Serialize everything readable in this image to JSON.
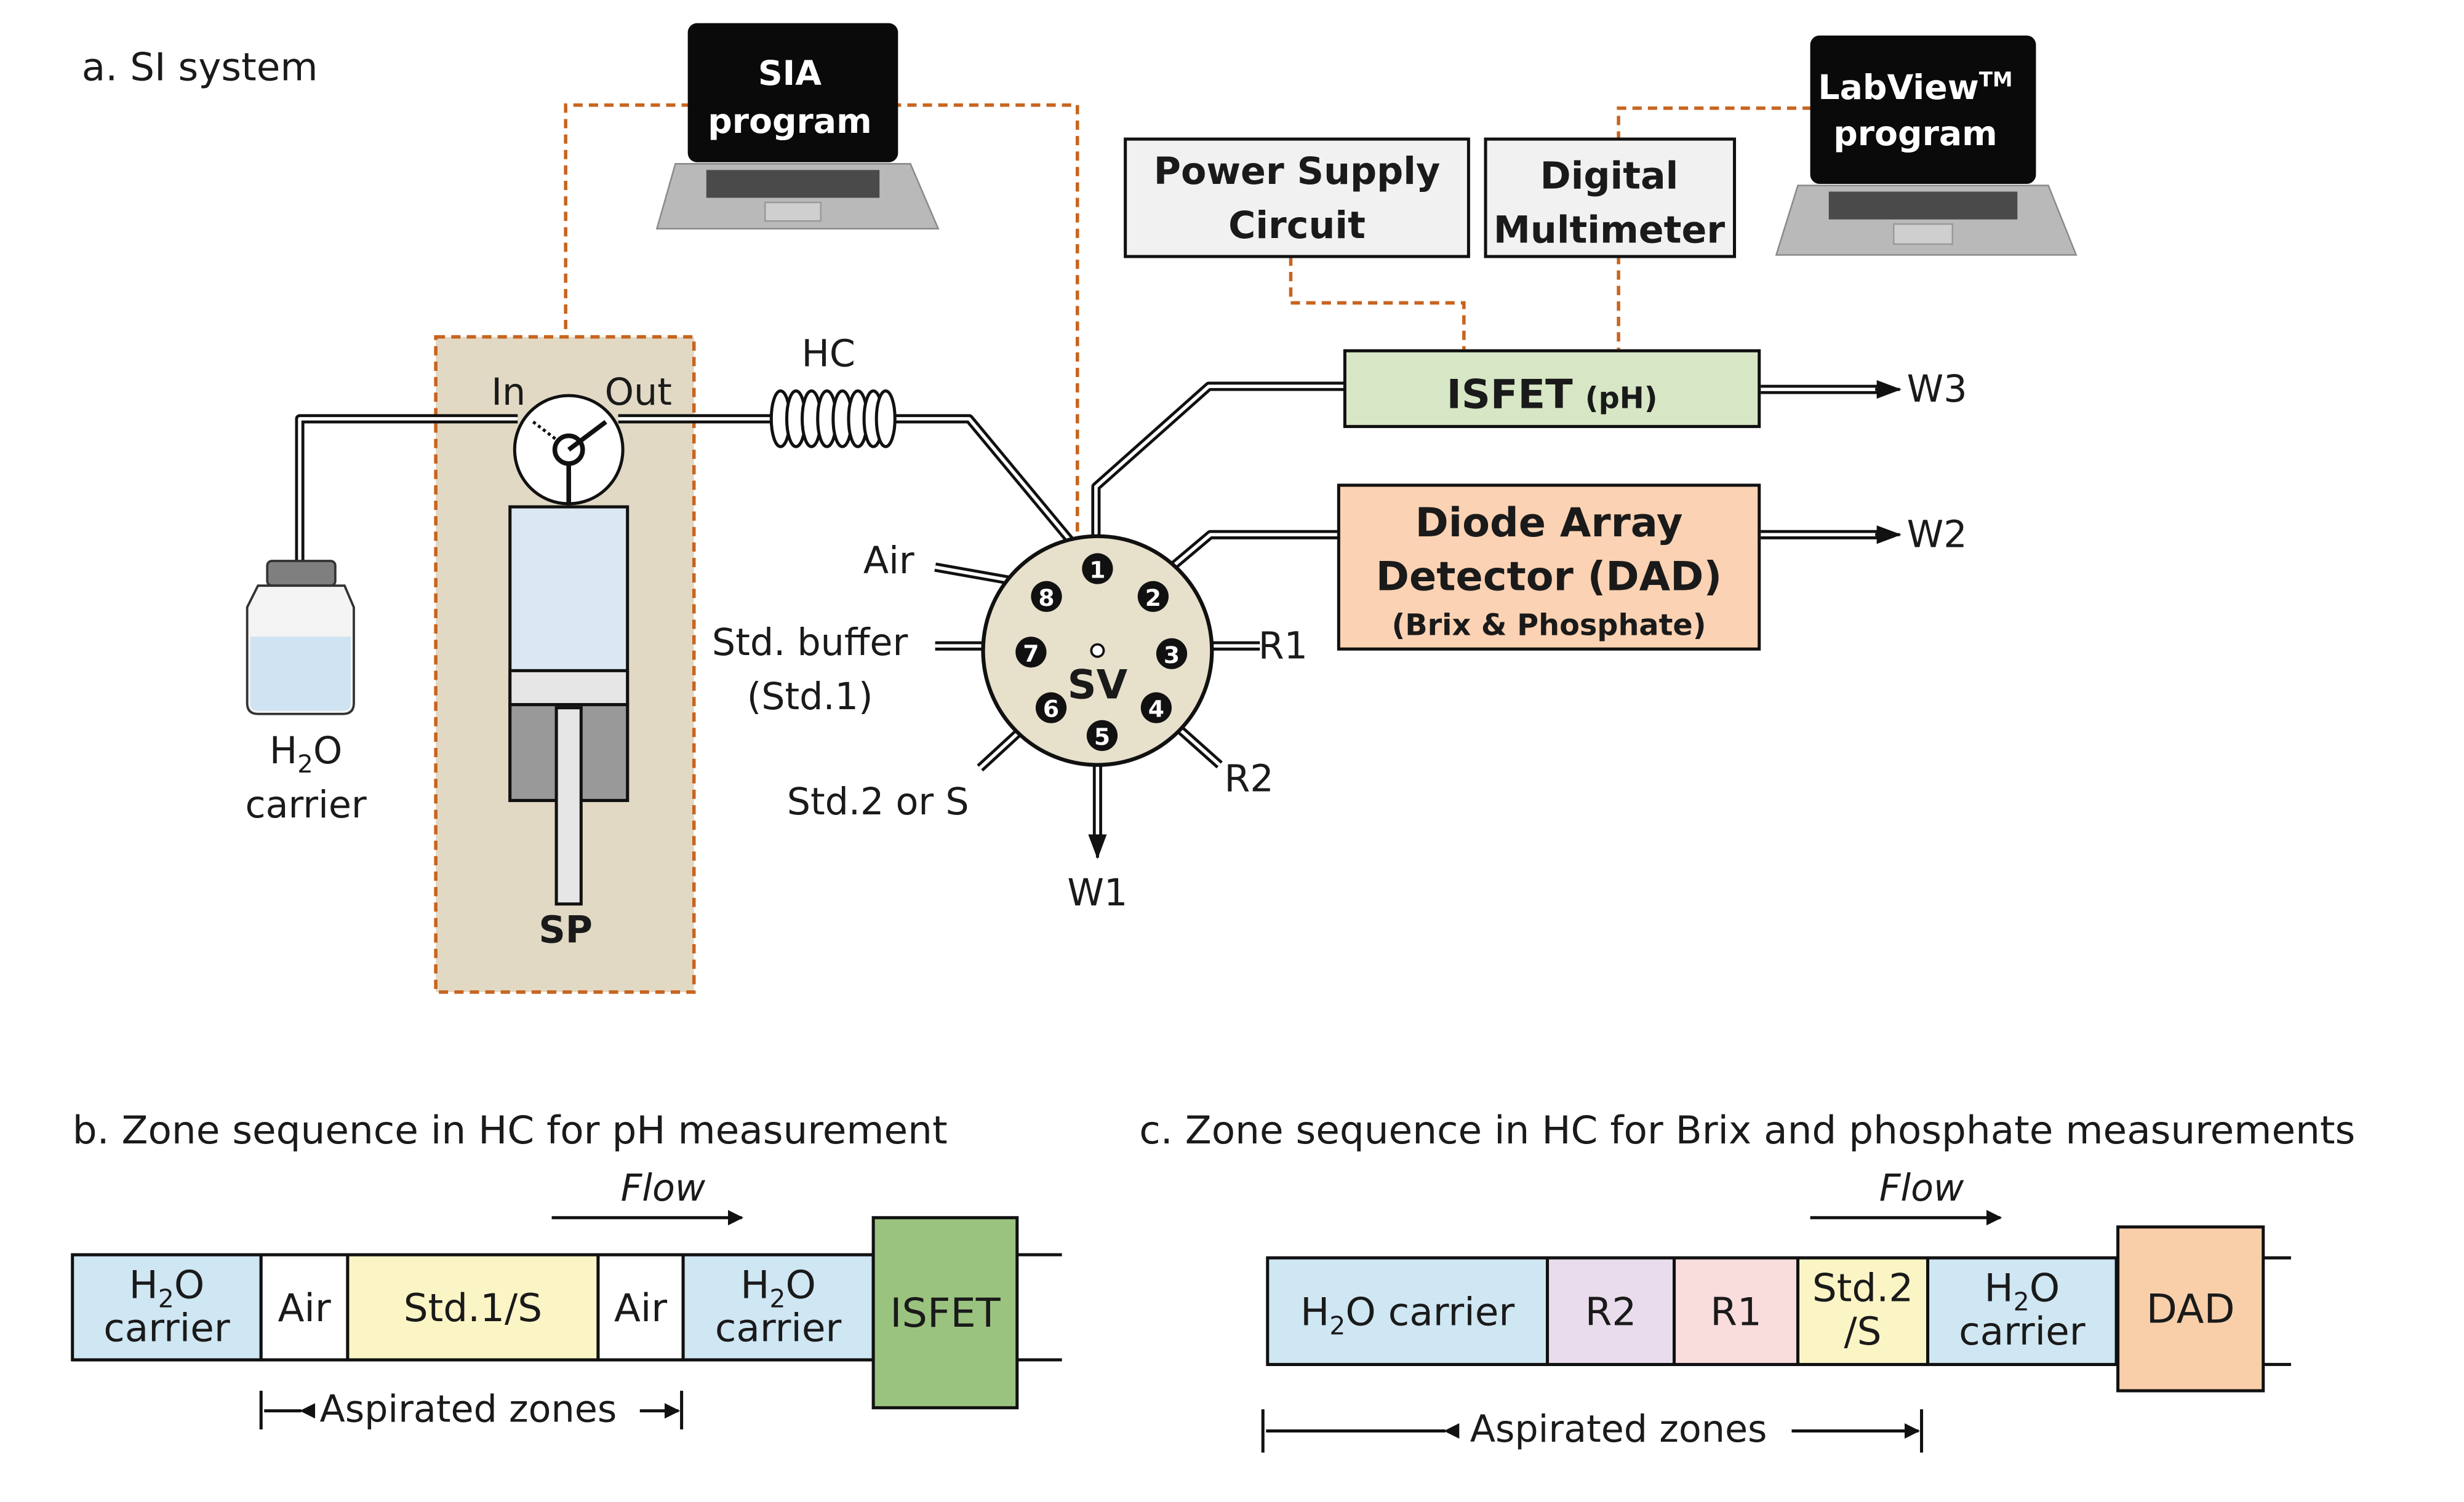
{
  "colors": {
    "dashed_wire": "#c8641e",
    "pump_panel": "#e1d9c4",
    "syringe_barrel": "#dbe7f2",
    "plunger": "#999999",
    "water": "#cfe3f2",
    "isfet_fill": "#d7e7c5",
    "dad_fill": "#fbd2b3",
    "box_fill": "#f1f1f1",
    "zone_h2o": "#cfe6f3",
    "zone_air": "#ffffff",
    "zone_std": "#fbf5c5",
    "zone_r2": "#e9dcec",
    "zone_r1": "#f9dcdc",
    "zone_isfet": "#9bc380",
    "zone_dad": "#f9cfaa",
    "valve_fill": "#e7e0cb",
    "laptop_screen": "#0a0a0a"
  },
  "panel_a": {
    "heading": "a. SI system",
    "laptop_sia": {
      "line1": "SIA",
      "line2": "program"
    },
    "laptop_labview": {
      "line1": "LabView",
      "line1_super": "TM",
      "line2": "program"
    },
    "power_supply": {
      "line1": "Power Supply",
      "line2": "Circuit"
    },
    "multimeter": {
      "line1": "Digital",
      "line2": "Multimeter"
    },
    "isfet": {
      "label": "ISFET",
      "sub": "(pH)"
    },
    "dad": {
      "line1": "Diode Array",
      "line2": "Detector (DAD)",
      "line3": "(Brix & Phosphate)"
    },
    "hc_label": "HC",
    "pump_in": "In",
    "pump_out": "Out",
    "sp_label": "SP",
    "carrier": {
      "pre": "H",
      "sub": "2",
      "post": "O",
      "line2": "carrier"
    },
    "valve_label": "SV",
    "ports": [
      "1",
      "2",
      "3",
      "4",
      "5",
      "6",
      "7",
      "8"
    ],
    "port_labels": {
      "air": "Air",
      "std_buffer": "Std. buffer",
      "std1": "(Std.1)",
      "std2": "Std.2 or S",
      "r1": "R1",
      "r2": "R2",
      "w1": "W1",
      "w2": "W2",
      "w3": "W3"
    }
  },
  "panel_b": {
    "heading": "b. Zone sequence in HC for pH measurement",
    "flow": "Flow",
    "zones": [
      {
        "line1": "H2O",
        "line2": "carrier"
      },
      {
        "line1": "Air"
      },
      {
        "line1": "Std.1/S"
      },
      {
        "line1": "Air"
      },
      {
        "line1": "H2O",
        "line2": "carrier"
      }
    ],
    "detector": "ISFET",
    "aspirated": "Aspirated zones"
  },
  "panel_c": {
    "heading": "c. Zone sequence in HC for Brix and phosphate measurements",
    "flow": "Flow",
    "zones": [
      {
        "line1": "H2O carrier"
      },
      {
        "line1": "R2"
      },
      {
        "line1": "R1"
      },
      {
        "line1": "Std.2",
        "line2": "/S"
      },
      {
        "line1": "H2O",
        "line2": "carrier"
      }
    ],
    "detector": "DAD",
    "aspirated": "Aspirated zones"
  }
}
